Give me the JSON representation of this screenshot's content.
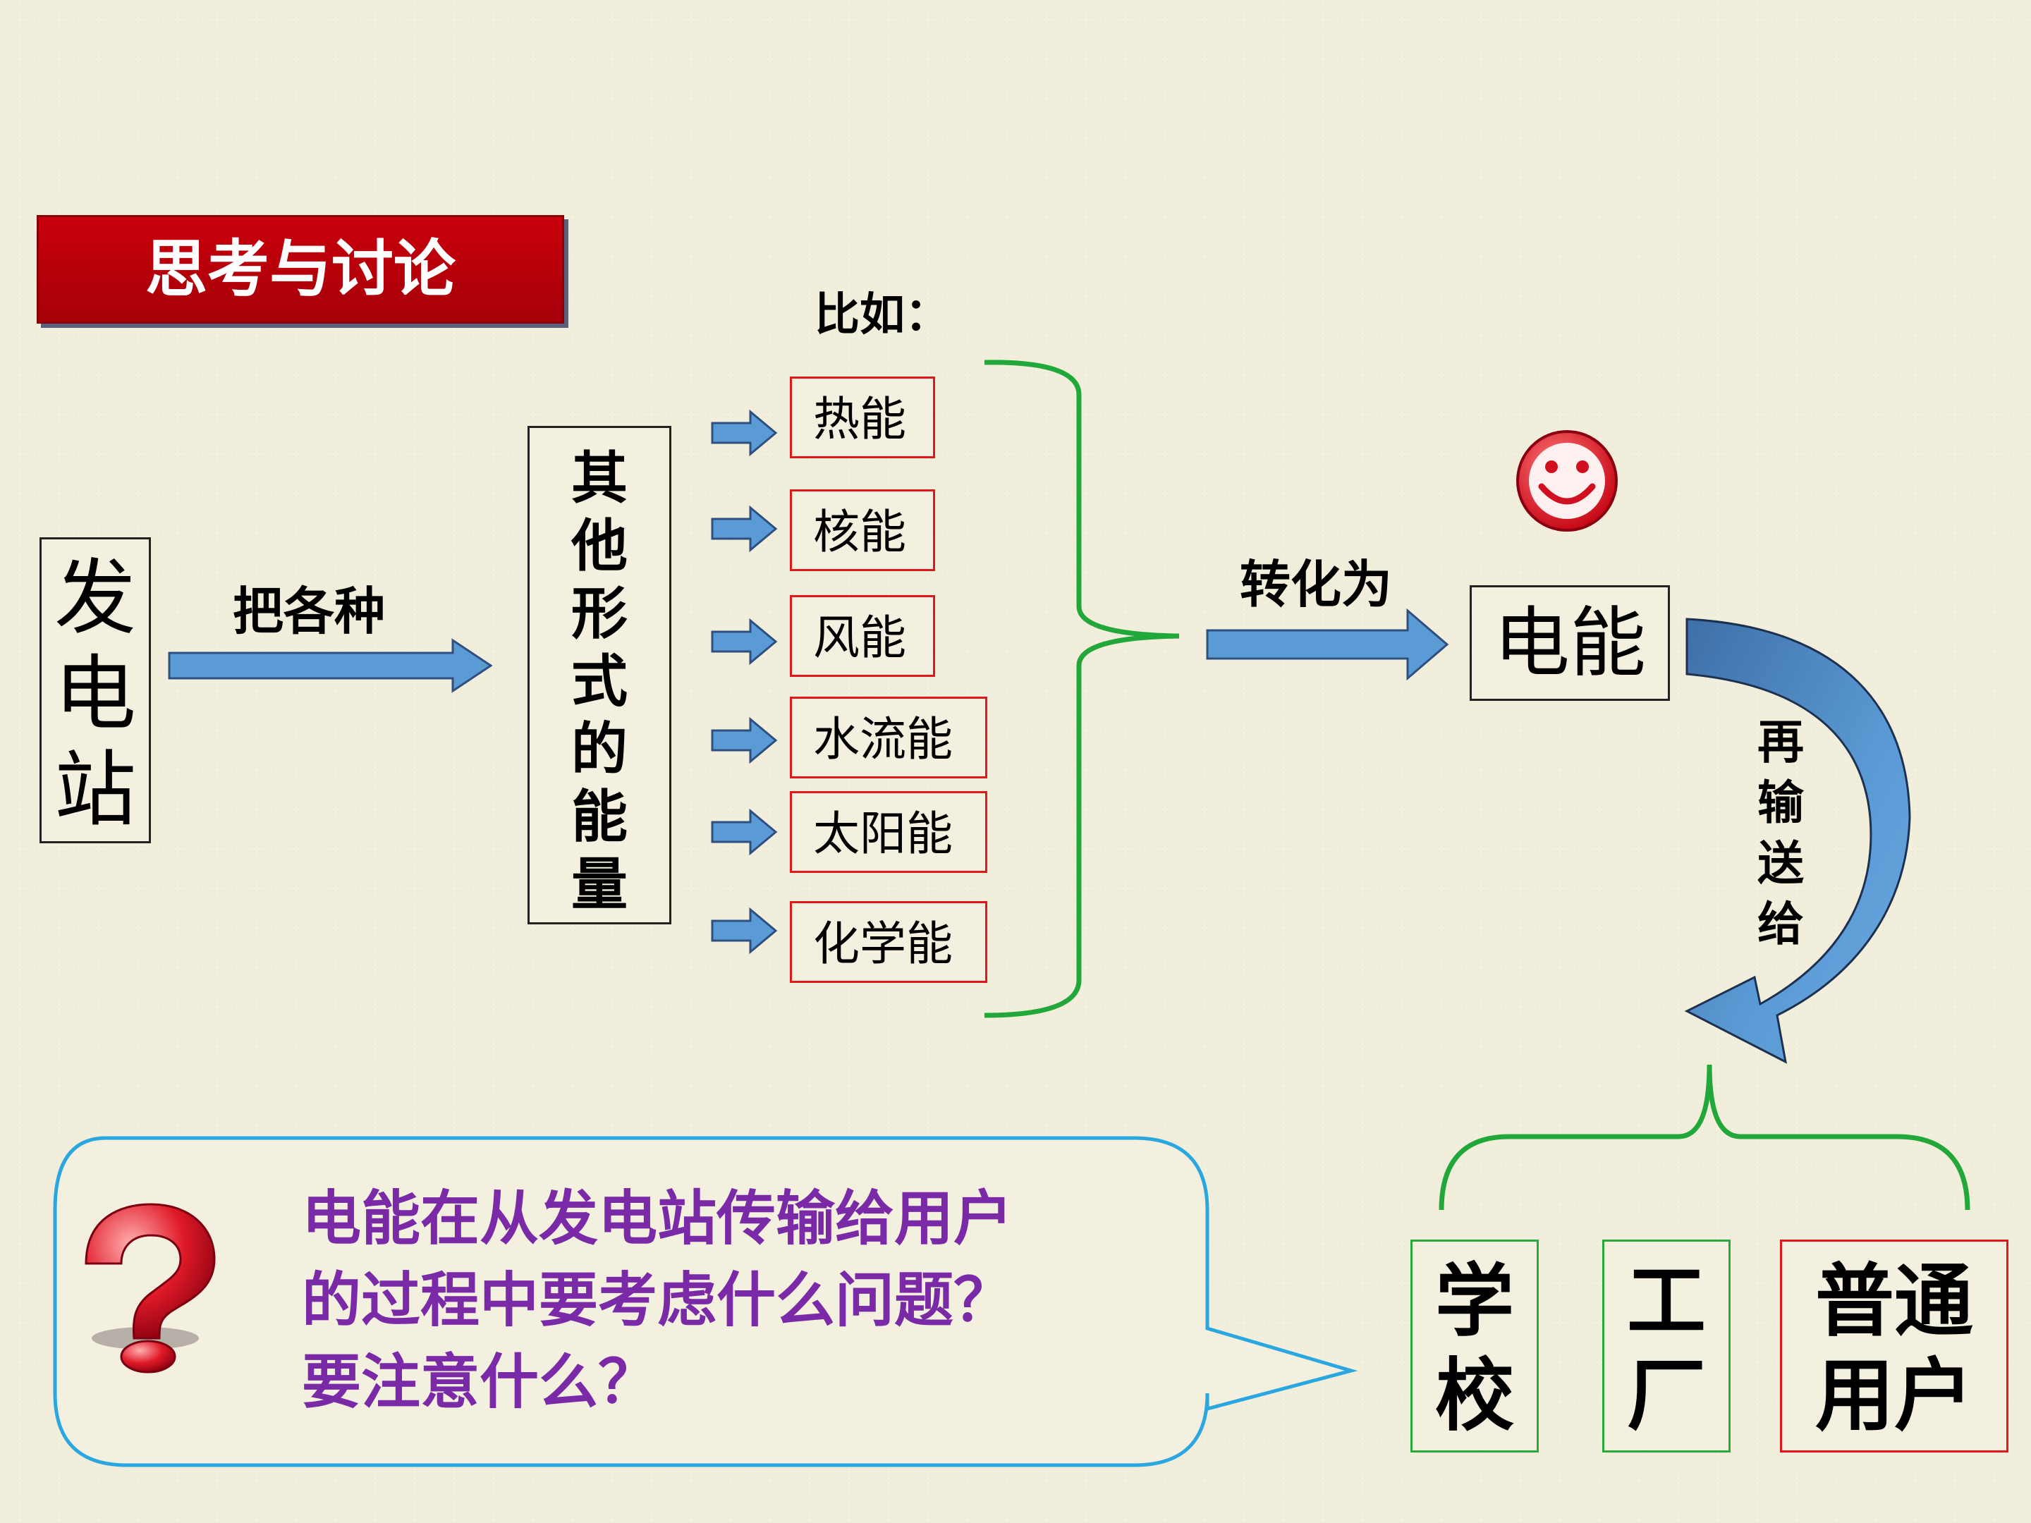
{
  "title": "思考与讨论",
  "example_label": "比如：",
  "power_station": [
    "发",
    "电",
    "站"
  ],
  "convert_label": "把各种",
  "other_forms": [
    "其",
    "他",
    "形",
    "式",
    "的",
    "能",
    "量"
  ],
  "energy_types": [
    "热能",
    "核能",
    "风能",
    "水流能",
    "太阳能",
    "化学能"
  ],
  "convert_to_label": "转化为",
  "electric_energy": "电能",
  "send_label": [
    "再",
    "输",
    "送",
    "给"
  ],
  "users": {
    "school": [
      "学",
      "校"
    ],
    "factory": [
      "工",
      "厂"
    ],
    "home": [
      "普通",
      "用户"
    ]
  },
  "question": [
    "电能在从发电站传输给用户",
    "的过程中要考虑什么问题？",
    "要注意什么？"
  ],
  "colors": {
    "title_bg": "#b3000a",
    "arrow_fill": "#5b9bd5",
    "brace_green": "#22a83a",
    "red_border": "#e0181c",
    "question_text": "#7a2aa6",
    "bubble_border": "#2aa6e0"
  },
  "icons": [
    "smiley-icon",
    "question-mark-icon"
  ]
}
